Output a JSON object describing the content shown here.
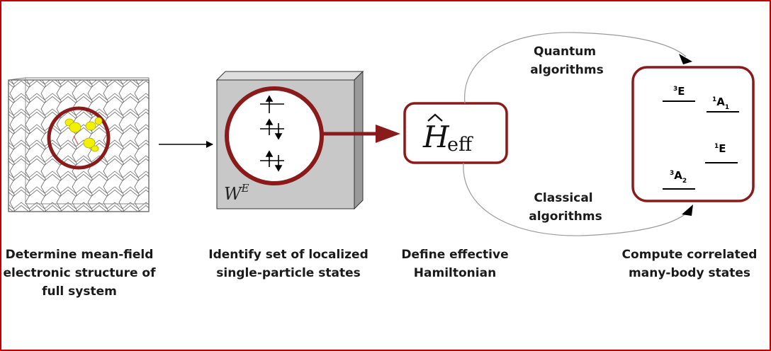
{
  "captions": {
    "step1": [
      "Determine mean-field",
      "electronic structure of",
      "full system"
    ],
    "step2": [
      "Identify set of localized",
      "single-particle states"
    ],
    "step3": [
      "Define effective",
      "Hamiltonian"
    ],
    "step4": [
      "Compute correlated",
      "many-body states"
    ]
  },
  "loop": {
    "quantum": [
      "Quantum",
      "algorithms"
    ],
    "classical": [
      "Classical",
      "algorithms"
    ]
  },
  "box_label": {
    "base": "W",
    "sup": "E"
  },
  "hamiltonian": {
    "symbol": "H",
    "sub": "eff"
  },
  "states": [
    {
      "sup": "3",
      "main": "E",
      "sub": ""
    },
    {
      "sup": "1",
      "main": "A",
      "sub": "1"
    },
    {
      "sup": "1",
      "main": "E",
      "sub": ""
    },
    {
      "sup": "3",
      "main": "A",
      "sub": "2"
    }
  ],
  "colors": {
    "accent": "#8b1a1a",
    "frame": "#c00000",
    "box_gray": "#c8c8c8",
    "atom_yellow": "#f2f200"
  }
}
